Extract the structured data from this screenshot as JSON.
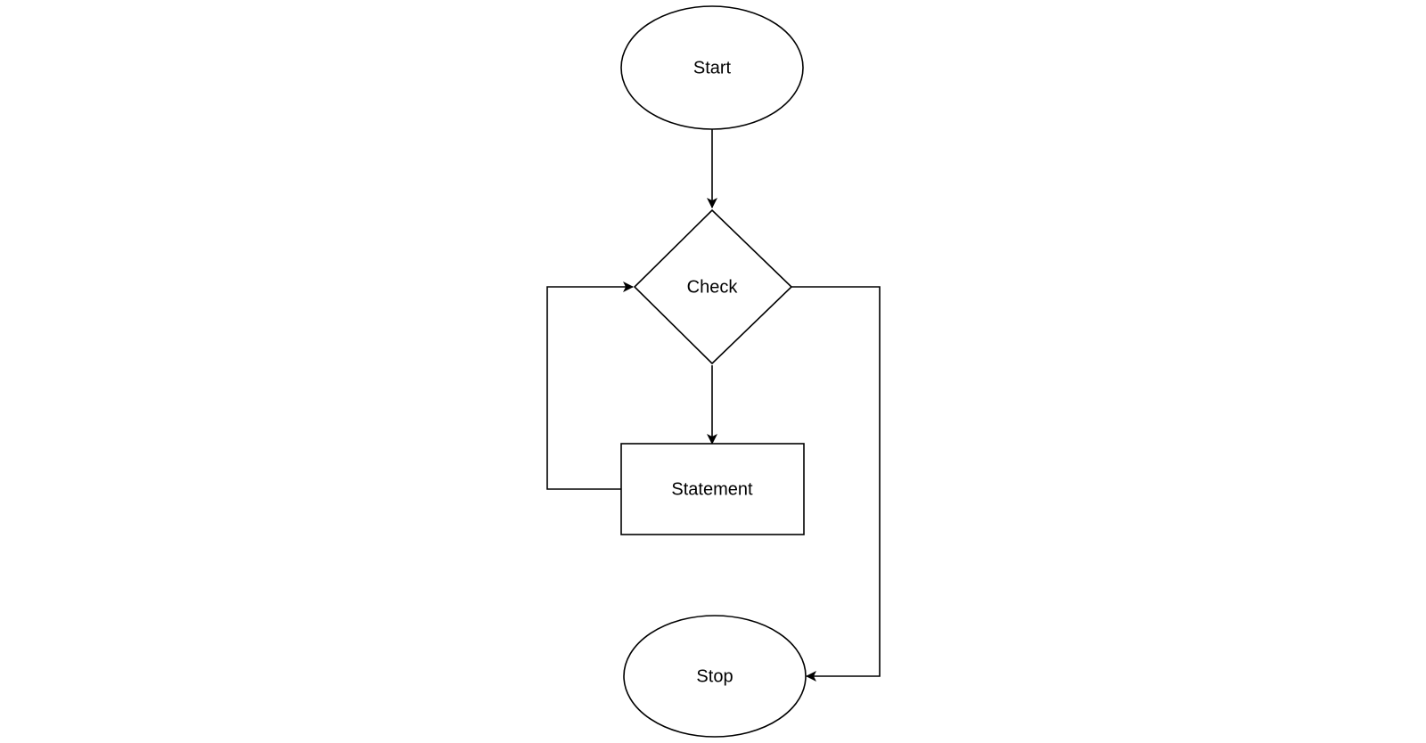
{
  "diagram": {
    "type": "flowchart",
    "colors": {
      "stroke": "#000000",
      "fill": "#ffffff",
      "text": "#000000"
    },
    "nodes": [
      {
        "id": "start",
        "shape": "ellipse",
        "label": "Start"
      },
      {
        "id": "check",
        "shape": "diamond",
        "label": "Check"
      },
      {
        "id": "statement",
        "shape": "rectangle",
        "label": "Statement"
      },
      {
        "id": "stop",
        "shape": "ellipse",
        "label": "Stop"
      }
    ],
    "edges": [
      {
        "from": "start",
        "to": "check"
      },
      {
        "from": "check",
        "to": "statement"
      },
      {
        "from": "statement",
        "to": "check"
      },
      {
        "from": "check",
        "to": "stop"
      }
    ]
  }
}
